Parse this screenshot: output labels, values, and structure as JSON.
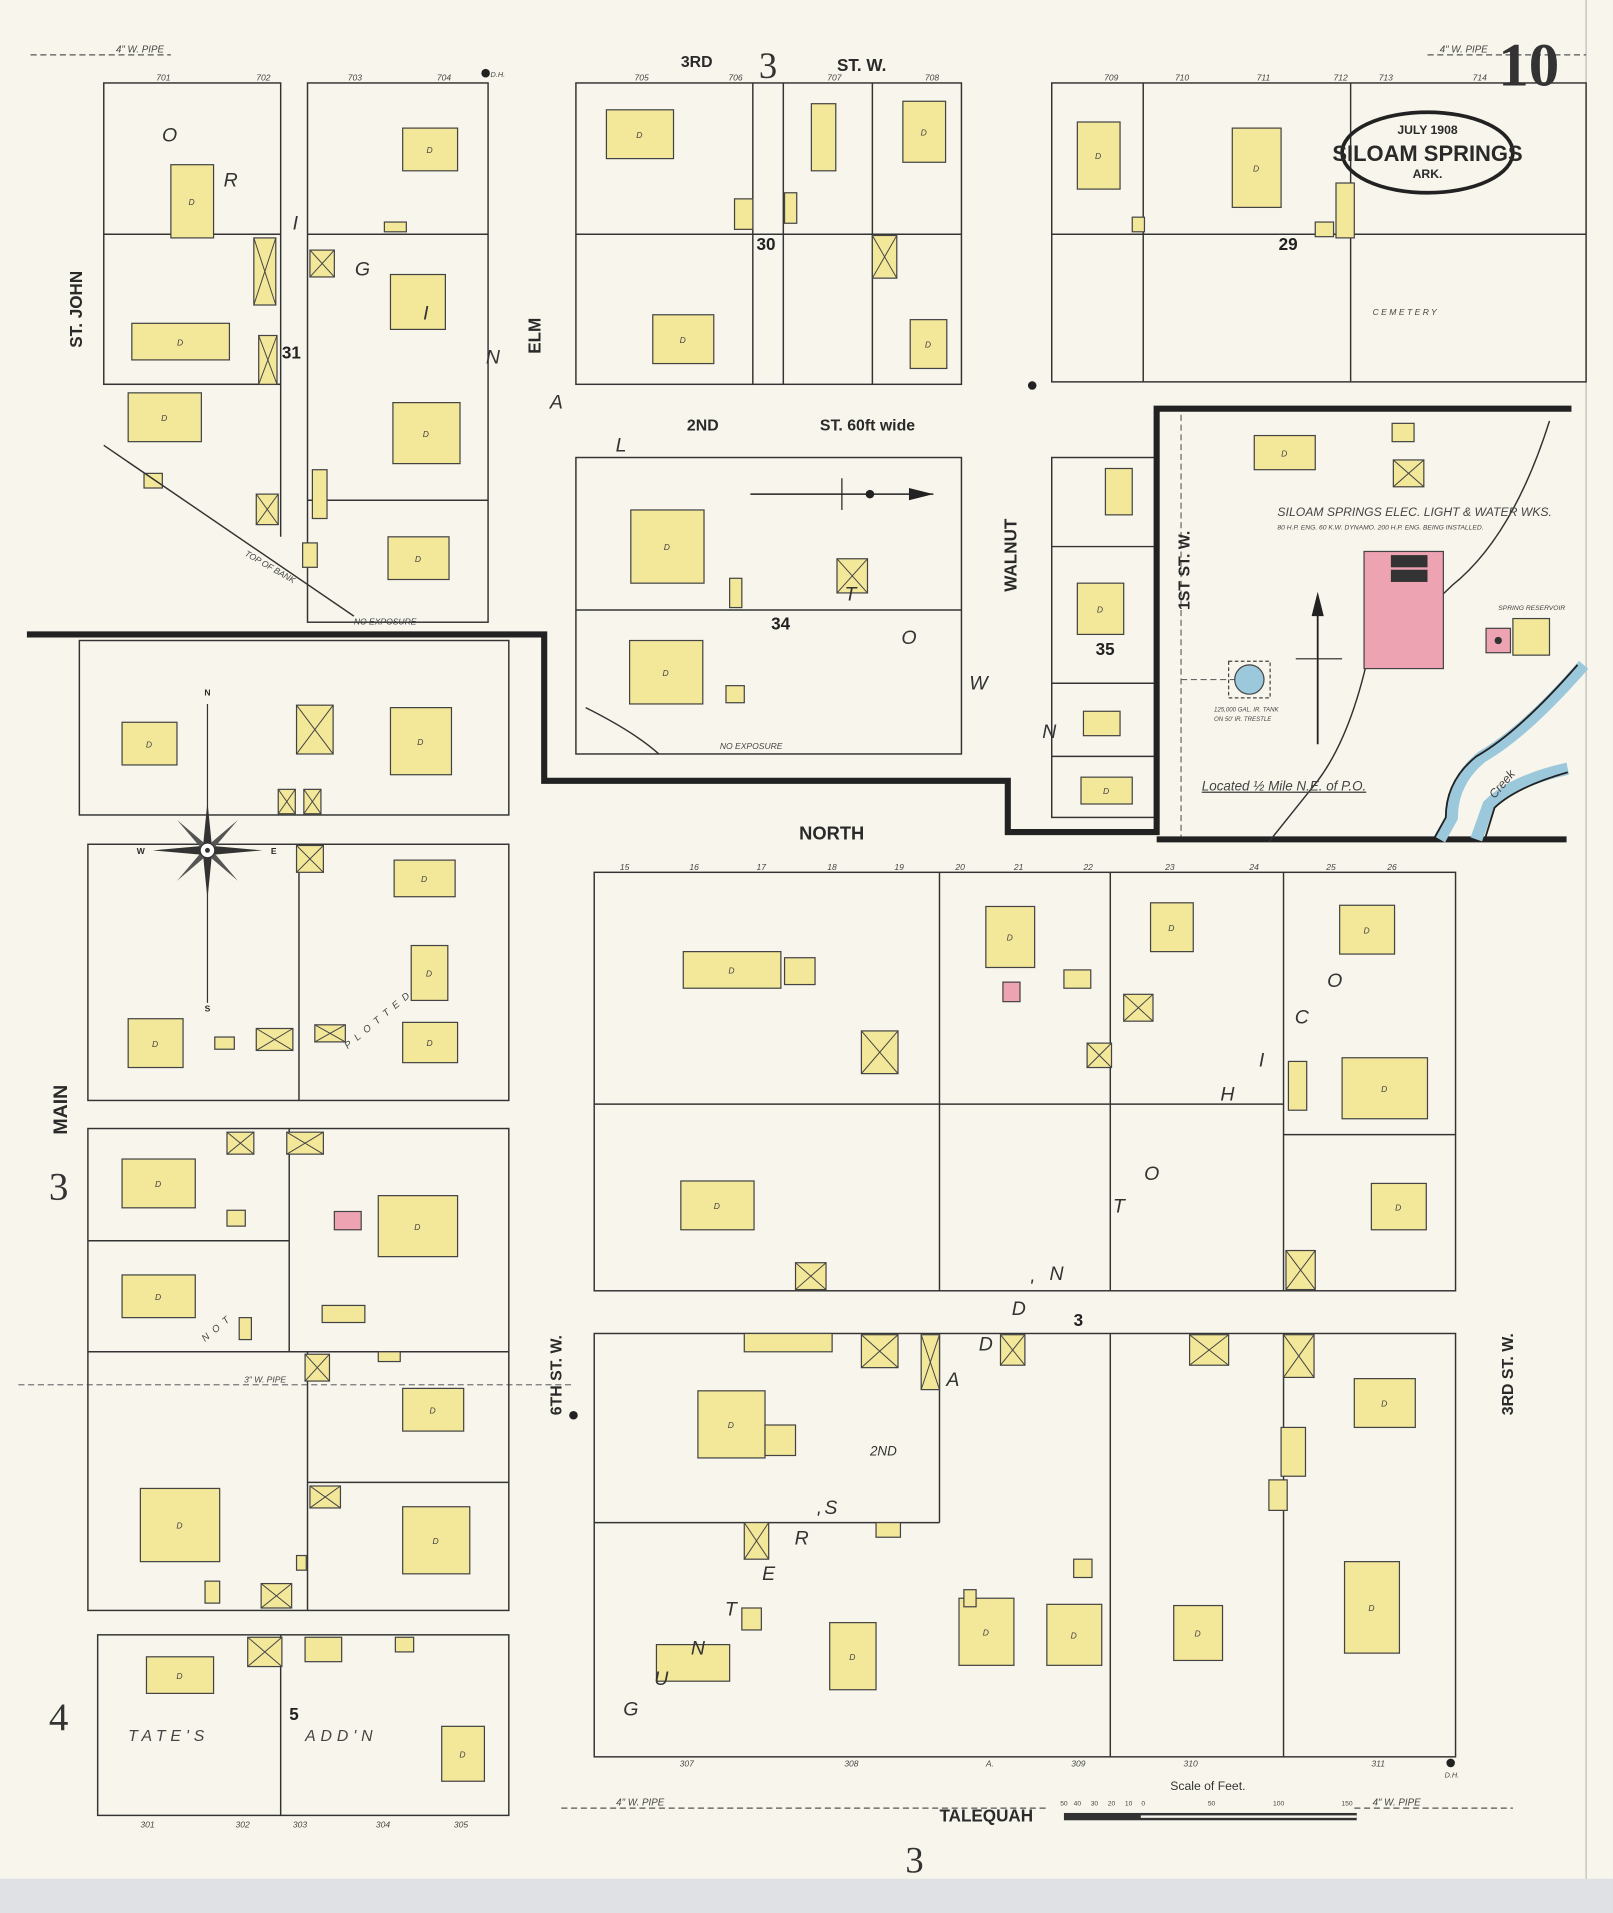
{
  "title": {
    "date": "JULY 1908",
    "town": "SILOAM SPRINGS",
    "state": "ARK.",
    "sheet_number": "10"
  },
  "streets": {
    "third_top": "3RD",
    "third_top_num": "3",
    "st_w": "ST. W.",
    "second": "2ND",
    "second_suffix": "ST. 60ft wide",
    "st_john": "ST. JOHN",
    "elm": "ELM",
    "walnut": "WALNUT",
    "first_st_w": "1ST ST. W.",
    "north": "NORTH",
    "main": "MAIN",
    "main_num_3": "3",
    "main_num_4": "4",
    "sixth_st_w": "6TH ST. W.",
    "third_right": "3RD ST. W.",
    "talequah": "TALEQUAH",
    "bottom_num": "3",
    "mid_num": "3"
  },
  "block_numbers": [
    "31",
    "30",
    "29",
    "34",
    "35",
    "5"
  ],
  "additions": {
    "original_town": "O R I G I N A L   T O W N",
    "gunters": "G U N T E R ' S   2ND   A D D ' N   T O   H I C O",
    "tates": "TATE'S",
    "tates_addn": "ADD'N",
    "plotted": "PLOTTED",
    "not": "NOT"
  },
  "annotations": {
    "water_works": "SILOAM SPRINGS ELEC. LIGHT & WATER WKS.",
    "water_works_detail": "80 H.P. ENG. 60 K.W. DYNAMO. 200 H.P. ENG. BEING INSTALLED.",
    "located": "Located ½ Mile N.E. of P.O.",
    "tank": "125,000 GAL. IR. TANK",
    "tank2": "ON 50' IR. TRESTLE",
    "spring_reservoir": "SPRING RESERVOIR",
    "cemetery": "CEMETERY",
    "creek": "Creek",
    "no_exposure": "NO EXPOSURE",
    "top_of_bank": "TOP OF BANK",
    "pipe": "4\" W. PIPE",
    "pipe3": "3\" W. PIPE",
    "hydrant": "D.H."
  },
  "scale": {
    "title": "Scale of Feet.",
    "ticks": [
      "50",
      "40",
      "30",
      "20",
      "10",
      "0",
      "50",
      "100",
      "150"
    ]
  },
  "address_numbers": {
    "top": [
      "701",
      "702",
      "703",
      "704",
      "705",
      "706",
      "707",
      "708",
      "709",
      "710",
      "711",
      "712",
      "713",
      "714"
    ],
    "bottom": [
      "301",
      "302",
      "303",
      "304",
      "305",
      "307",
      "308",
      "A.",
      "309",
      "310",
      "311"
    ],
    "right_block_top": [
      "15",
      "16",
      "17",
      "18",
      "19",
      "20",
      "21",
      "22",
      "23",
      "24",
      "25",
      "26"
    ]
  },
  "compass": {
    "n": "N",
    "s": "S",
    "e": "E",
    "w": "W"
  },
  "colors": {
    "paper": "#f8f6ec",
    "dwelling": "#f3e79a",
    "brick": "#eea3b3",
    "water": "#9cc8dc",
    "line": "#333333"
  }
}
